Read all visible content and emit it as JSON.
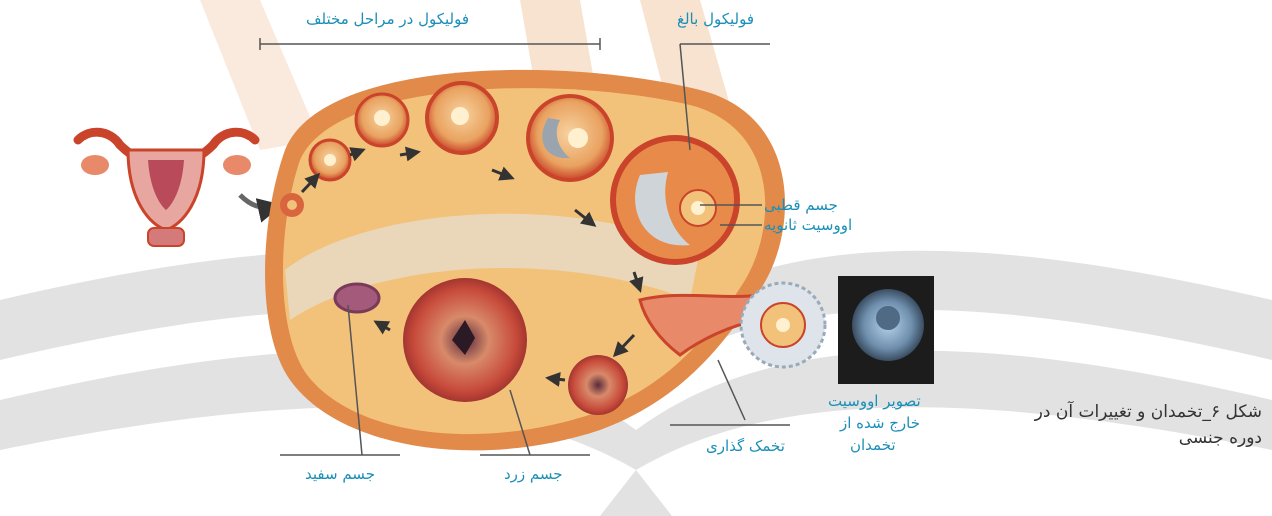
{
  "colors": {
    "label_text": "#1a8fb7",
    "caption_text": "#333333",
    "watermark": "#d9d9d9",
    "watermark_accent": "#f6dcc6",
    "ovary_fill": "#f3c27a",
    "follicle": "#d8542f"
  },
  "labels": {
    "growing_follicles": "فولیکول در مراحل مختلف",
    "mature_follicle": "فولیکول بالغ",
    "polar_body": "جسم قطبی",
    "secondary_oocyte": "اووسیت ثانویه",
    "ovulation": "تخمک گذاری",
    "corpus_luteum": "جسم زرد",
    "corpus_albicans": "جسم سفید",
    "photo_caption_line1": "تصویر اووسیت",
    "photo_caption_line2": "خارج شده از",
    "photo_caption_line3": "تخمدان"
  },
  "caption": {
    "line1": "شکل ۶_تخمدان و تغییرات آن در",
    "line2": "دوره جنسی"
  },
  "icons": {
    "uterus": "uterus-illustration",
    "oocyte_photo": "oocyte-micrograph"
  }
}
